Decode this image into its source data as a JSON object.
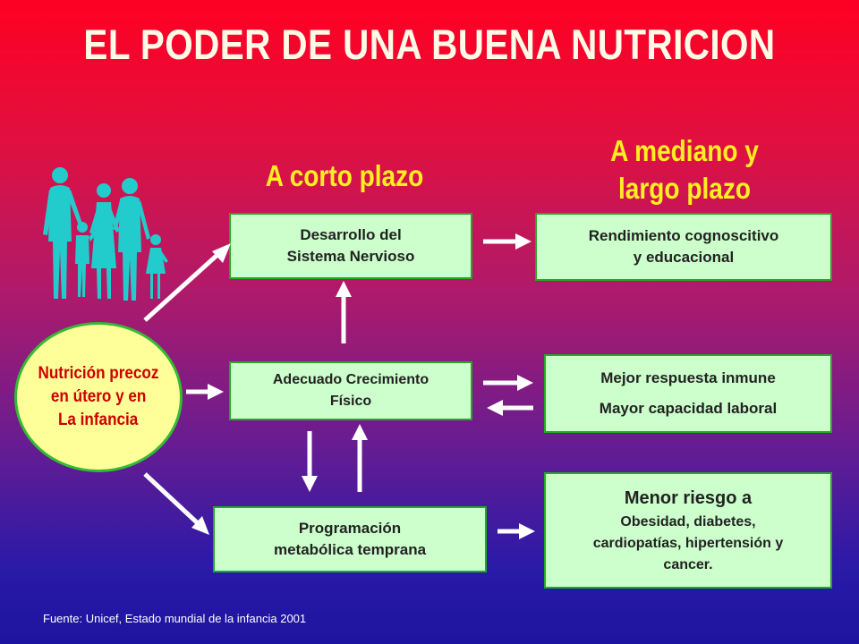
{
  "title": "EL PODER DE UNA BUENA NUTRICION",
  "headers": {
    "short_term": "A corto plazo",
    "long_term_line1": "A mediano y",
    "long_term_line2": "largo plazo"
  },
  "ellipse": {
    "line1": "Nutrición precoz",
    "line2": "en útero y en",
    "line3": "La infancia"
  },
  "boxes": {
    "nervous": {
      "line1": "Desarrollo del",
      "line2": "Sistema Nervioso"
    },
    "growth": {
      "line1": "Adecuado Crecimiento",
      "line2": "Físico"
    },
    "metabolic": {
      "line1": "Programación",
      "line2": "metabólica temprana"
    },
    "cognitive": {
      "line1": "Rendimiento cognoscitivo",
      "line2": "y educacional"
    },
    "immune": {
      "line1": "Mejor respuesta inmune",
      "line2": "Mayor capacidad laboral"
    },
    "risk": {
      "line1": "Menor riesgo a",
      "line2": "Obesidad, diabetes,",
      "line3": "cardiopatías, hipertensión y",
      "line4": "cancer."
    }
  },
  "source": "Fuente: Unicef, Estado mundial de la infancia 2001",
  "colors": {
    "title": "#fffbe6",
    "header": "#ffee22",
    "box_fill": "#ccffcc",
    "box_border": "#22aa22",
    "ellipse_fill": "#ffff99",
    "ellipse_text": "#cc0000",
    "arrow": "#ffffff",
    "figures": "#22cccc"
  },
  "icons": [
    "family-icon"
  ]
}
